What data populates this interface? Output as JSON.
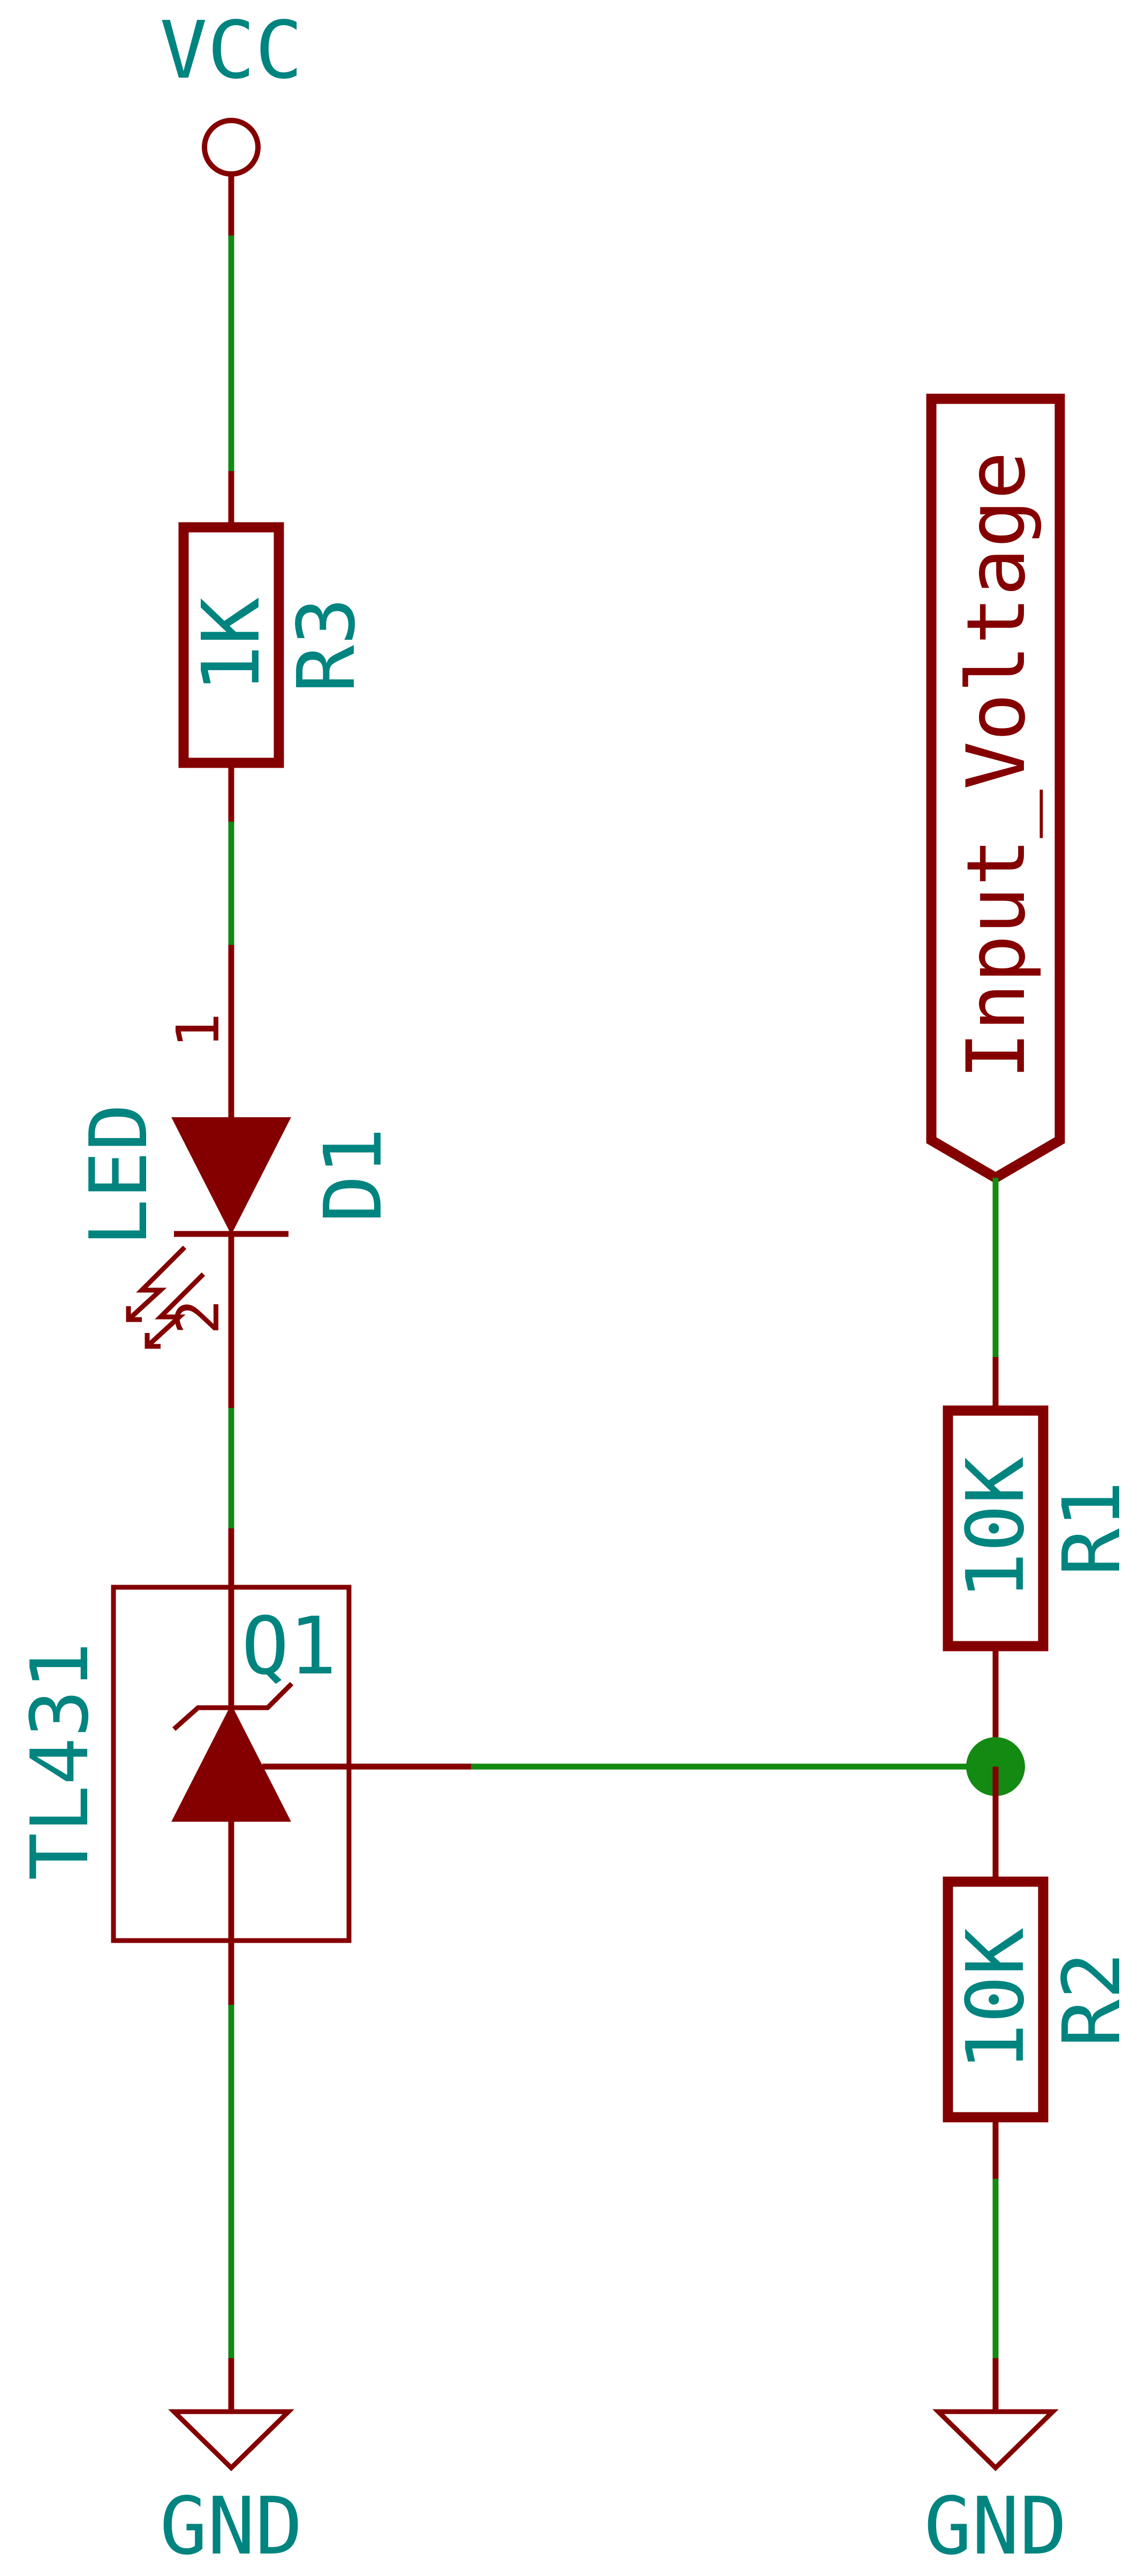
{
  "power": {
    "vcc": "VCC",
    "gnd_left": "GND",
    "gnd_right": "GND"
  },
  "components": {
    "r3": {
      "ref": "R3",
      "value": "1K"
    },
    "d1": {
      "ref": "D1",
      "value": "LED",
      "pin1": "1",
      "pin2": "2"
    },
    "q1": {
      "ref": "Q1",
      "value": "TL431"
    },
    "r1": {
      "ref": "R1",
      "value": "10K"
    },
    "r2": {
      "ref": "R2",
      "value": "10K"
    }
  },
  "hierarchical_label": {
    "text": "Input_Voltage"
  },
  "colors": {
    "component": "#840000",
    "wire": "#138a12",
    "label": "#00847f",
    "junction": "#138a12"
  }
}
